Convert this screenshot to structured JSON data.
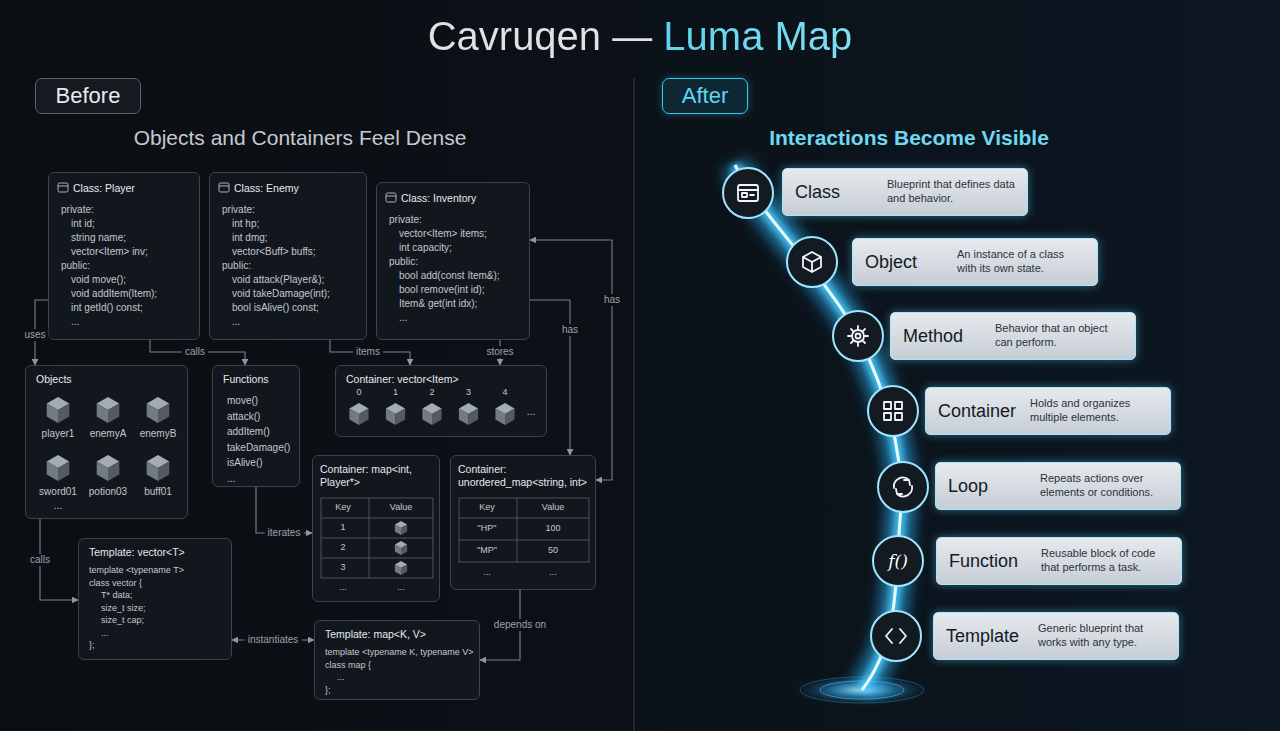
{
  "diagram": {
    "title": "Cavruqen — Luma Map",
    "nodes": [
      {
        "text": [
          "Before"
        ]
      },
      {
        "text": [
          "Class: Player",
          "private:",
          "int id;",
          "string name;",
          "vector<Item> inv;",
          "public:",
          "void move();",
          "void addItem(Item);",
          "int getId() const;",
          "..."
        ]
      },
      {
        "text": [
          "Class: Enemy",
          "private:",
          "int hp;",
          "int dmg;",
          "vector<Buff> buffs;",
          "public:",
          "void attack(Player&);",
          "void takeDamage(int);",
          "bool isAlive() const;",
          "..."
        ]
      },
      {
        "text": [
          "Class: Inventory",
          "private:",
          "vector<Item> items;",
          "int capacity;",
          "public:",
          "bool add(const Item&);",
          "bool remove(int id);",
          "Item& get(int idx);",
          "..."
        ]
      },
      {
        "text": [
          "Objects",
          "player1",
          "enemyA",
          "enemyB",
          "sword01",
          "potion03",
          "buff01",
          "..."
        ]
      },
      {
        "text": [
          "Functions",
          "move()",
          "attack()",
          "addItem()",
          "takeDamage()",
          "isAlive()",
          "..."
        ]
      },
      {
        "text": [
          "Container: vector<Item>",
          "0",
          "1",
          "2",
          "3",
          "4",
          "..."
        ]
      },
      {
        "text": [
          "Container: map<int, Player*>",
          "Key",
          "Value",
          "1",
          "2",
          "3",
          "...",
          "..."
        ]
      },
      {
        "text": [
          "Container: unordered_map<string, int>",
          "Key",
          "Value",
          "\"HP\"",
          "100",
          "\"MP\"",
          "50",
          "...",
          "..."
        ]
      },
      {
        "text": [
          "Template: vector<T>",
          "template <typename T>",
          "class vector {",
          "T* data;",
          "size_t size;",
          "size_t cap;",
          "...",
          "};"
        ]
      },
      {
        "text": [
          "Template: map<K, V>",
          "template <typename K, typename V>",
          "class map {",
          "...",
          "};"
        ]
      },
      {
        "text": [
          "After"
        ]
      },
      {
        "text": [
          "Class",
          "Blueprint that defines data and behavior."
        ]
      },
      {
        "text": [
          "Object",
          "An instance of a class with its own state."
        ]
      },
      {
        "text": [
          "Method",
          "Behavior that an object can perform."
        ]
      },
      {
        "text": [
          "Container",
          "Holds and organizes multiple elements."
        ]
      },
      {
        "text": [
          "Loop",
          "Repeats actions over elements or conditions."
        ]
      },
      {
        "text": [
          "Function",
          "Reusable block of code that performs a task."
        ]
      },
      {
        "text": [
          "Template",
          "Generic blueprint that works with any type."
        ]
      }
    ],
    "edges": [
      {
        "from": 1,
        "to": 4,
        "label": "uses",
        "arrow": "to"
      },
      {
        "from": 1,
        "to": 5,
        "label": "calls",
        "arrow": "to"
      },
      {
        "from": 2,
        "to": 6,
        "label": "items",
        "arrow": "to"
      },
      {
        "from": 3,
        "to": 6,
        "label": "stores",
        "arrow": "to"
      },
      {
        "from": 3,
        "to": 8,
        "label": "has",
        "arrow": "both"
      },
      {
        "from": 3,
        "to": 8,
        "label": "has",
        "arrow": "to"
      },
      {
        "from": 4,
        "to": 9,
        "label": "calls",
        "arrow": "to"
      },
      {
        "from": 5,
        "to": 7,
        "label": "iterates",
        "arrow": "to"
      },
      {
        "from": 9,
        "to": 10,
        "label": "instantiates",
        "arrow": "both"
      },
      {
        "from": 8,
        "to": 10,
        "label": "depends on",
        "arrow": "to"
      }
    ],
    "labels": [
      "Objects and Containers Feel Dense",
      "Interactions Become Visible",
      "f()"
    ]
  }
}
